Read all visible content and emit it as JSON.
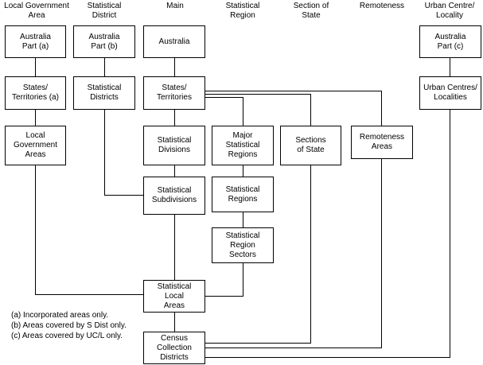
{
  "headers": {
    "lga": "Local Government\nArea",
    "sd": "Statistical\nDistrict",
    "main": "Main",
    "sr": "Statistical\nRegion",
    "sos": "Section of\nState",
    "rem": "Remoteness",
    "ucl": "Urban Centre/\nLocality"
  },
  "boxes": {
    "aus_a": "Australia\nPart (a)",
    "aus_b": "Australia\nPart (b)",
    "aus_main": "Australia",
    "aus_c": "Australia\nPart (c)",
    "ste_a": "States/\nTerritories (a)",
    "sd_districts": "Statistical\nDistricts",
    "ste_main": "States/\nTerritories",
    "ucl": "Urban Centres/\nLocalities",
    "lga": "Local\nGovernment\nAreas",
    "sdiv": "Statistical\nDivisions",
    "msr": "Major\nStatistical\nRegions",
    "sos": "Sections\nof State",
    "ra": "Remoteness\nAreas",
    "ssd": "Statistical\nSubdivisions",
    "sr": "Statistical\nRegions",
    "srs": "Statistical\nRegion\nSectors",
    "sla": "Statistical\nLocal\nAreas",
    "ccd": "Census\nCollection\nDistricts"
  },
  "notes": [
    "(a) Incorporated areas only.",
    "(b) Areas covered by S Dist only.",
    "(c) Areas covered by UC/L only."
  ]
}
